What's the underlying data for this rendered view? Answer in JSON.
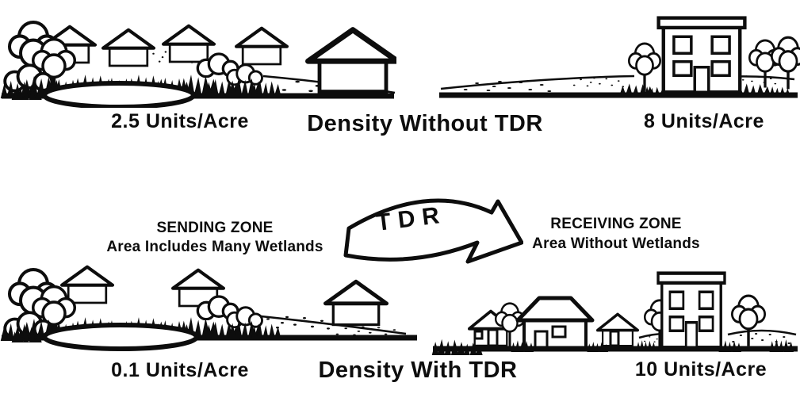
{
  "colors": {
    "ink": "#0d0d0d",
    "paper": "#ffffff"
  },
  "top_row": {
    "left_density": "2.5 Units/Acre",
    "title": "Density Without TDR",
    "right_density": "8 Units/Acre"
  },
  "transfer": {
    "sending_title": "SENDING ZONE",
    "sending_subtitle": "Area Includes Many Wetlands",
    "arrow_label": "TDR",
    "receiving_title": "RECEIVING ZONE",
    "receiving_subtitle": "Area Without Wetlands"
  },
  "bottom_row": {
    "left_density": "0.1 Units/Acre",
    "title": "Density With TDR",
    "right_density": "10 Units/Acre"
  },
  "scenes": {
    "top_left": "low-density-houses-around-wetland-pond",
    "top_right": "single-apartment-building-on-open-land",
    "bottom_left": "preserved-wetland-with-few-houses",
    "bottom_right": "dense-mixed-housing-row"
  }
}
